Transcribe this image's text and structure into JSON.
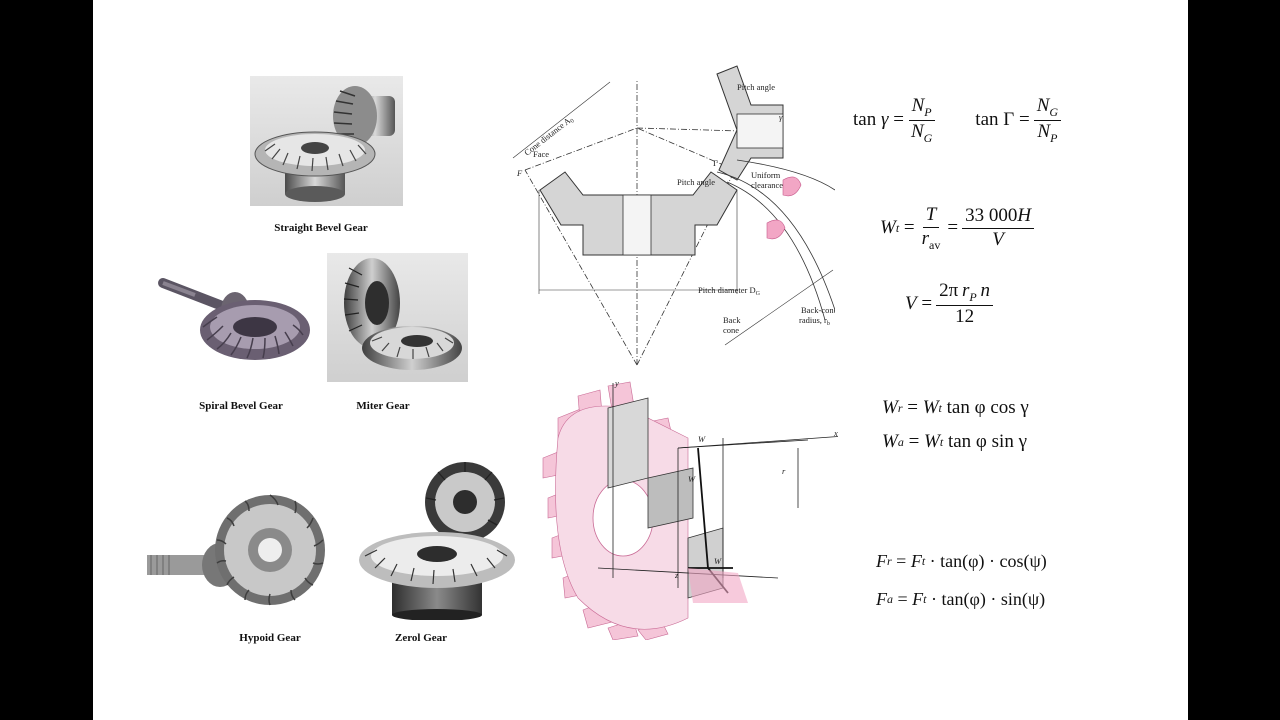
{
  "captions": {
    "straight_bevel": "Straight Bevel Gear",
    "spiral_bevel": "Spiral Bevel Gear",
    "miter": "Miter Gear",
    "hypoid": "Hypoid Gear",
    "zerol": "Zerol Gear"
  },
  "diagram_labels": {
    "pitch_angle_top": "Pitch angle",
    "cone_distance": "Cone distance A",
    "cone_distance_sub": "0",
    "face": "Face",
    "face_f": "F",
    "gamma_small": "γ",
    "gamma_big": "Γ",
    "pitch_angle_mid": "Pitch angle",
    "uniform": "Uniform",
    "clearance": "clearance",
    "pitch_diameter": "Pitch diameter D",
    "pitch_diameter_sub": "G",
    "back_cone_1": "Back",
    "back_cone_2": "cone",
    "back_cone_radius_1": "Back-cone",
    "back_cone_radius_2": "radius, r",
    "back_cone_radius_sub": "b"
  },
  "force_diagram_labels": {
    "y": "y",
    "x": "x",
    "z": "z",
    "Wt": "W",
    "W": "W",
    "Wr": "W",
    "rav": "r"
  },
  "equations": {
    "tan": "tan",
    "gamma": "γ",
    "Gamma": "Γ",
    "N": "N",
    "P": "P",
    "G": "G",
    "W": "W",
    "t": "t",
    "r": "r",
    "a": "a",
    "av": "av",
    "T": "T",
    "num33000": "33 000",
    "H": "H",
    "V": "V",
    "two_pi": "2π",
    "n": "n",
    "twelve": "12",
    "tan_phi_cos_gamma": "tan φ cos γ",
    "tan_phi_sin_gamma": "tan φ sin γ",
    "F": "F",
    "fr_rhs": "· tan(φ) · cos(ψ)",
    "fa_rhs": "· tan(φ) · sin(ψ)",
    "equals": "="
  },
  "colors": {
    "pink": "#f2a6c5",
    "gray": "#cfcfcf",
    "metal": "#7a7a7a"
  }
}
